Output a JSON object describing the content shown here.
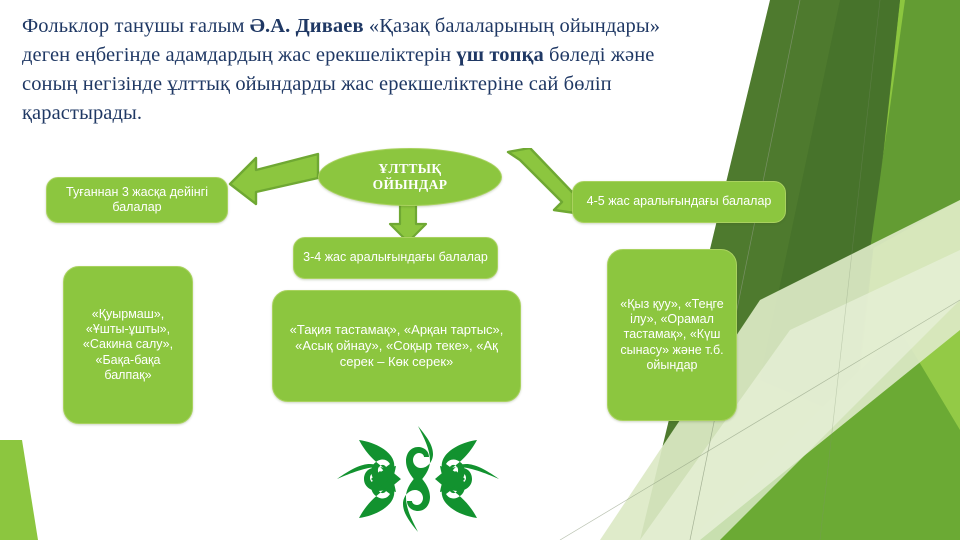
{
  "slide": {
    "title_paragraph": {
      "part1": "Фольклор танушы ғалым ",
      "bold1": "Ә.А. Диваев",
      "part2": " «Қазақ балаларының ойындары» деген еңбегінде адамдардың жас ерекшеліктерін ",
      "bold2": "үш топқа",
      "part3": " бөледі және соның негізінде ұлттық ойындарды жас ерекшеліктеріне сай бөліп қарастырады."
    },
    "center_node": "ҰЛТТЫҚ\nОЙЫНДАР",
    "center_node_line1": "ҰЛТТЫҚ",
    "center_node_line2": "ОЙЫНДАР",
    "groups": [
      {
        "id": "group-left",
        "heading": "Туғаннан 3 жасқа дейінгі балалар",
        "games": "«Қуырмаш», «Ұшты-ұшты», «Сакина салу», «Бақа-бақа балпақ»"
      },
      {
        "id": "group-middle",
        "heading": "3-4 жас аралығындағы балалар",
        "games": "«Тақия тастамақ», «Арқан тартыс», «Асық ойнау», «Соқыр теке», «Ақ серек – Көк серек»"
      },
      {
        "id": "group-right",
        "heading": "4-5 жас аралығындағы балалар",
        "games": "«Қыз қуу», «Теңге ілу», «Орамал тастамақ», «Күш сынасу» және т.б. ойындар"
      }
    ],
    "ornament_label": "kazakh-ornament",
    "colors": {
      "text": "#1F3864",
      "box_fill": "#8CC63F",
      "box_border": "#A9D25F",
      "arrow_fill": "#8CC63F",
      "arrow_border": "#6FA833",
      "ornament": "#12922F",
      "bg_dark_green": "#4E7A2E",
      "bg_mid_green": "#639C33",
      "bg_bright_green": "#8CC63F",
      "bg_pale_green": "#DCE9C6"
    }
  }
}
